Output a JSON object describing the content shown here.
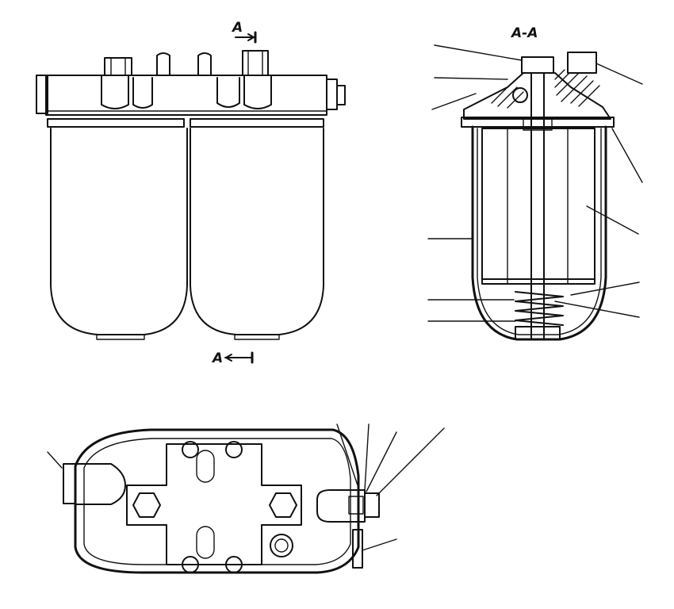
{
  "labels": {
    "section_arrow_top": "A",
    "section_arrow_bottom": "A",
    "section_view_title": "A-A"
  }
}
